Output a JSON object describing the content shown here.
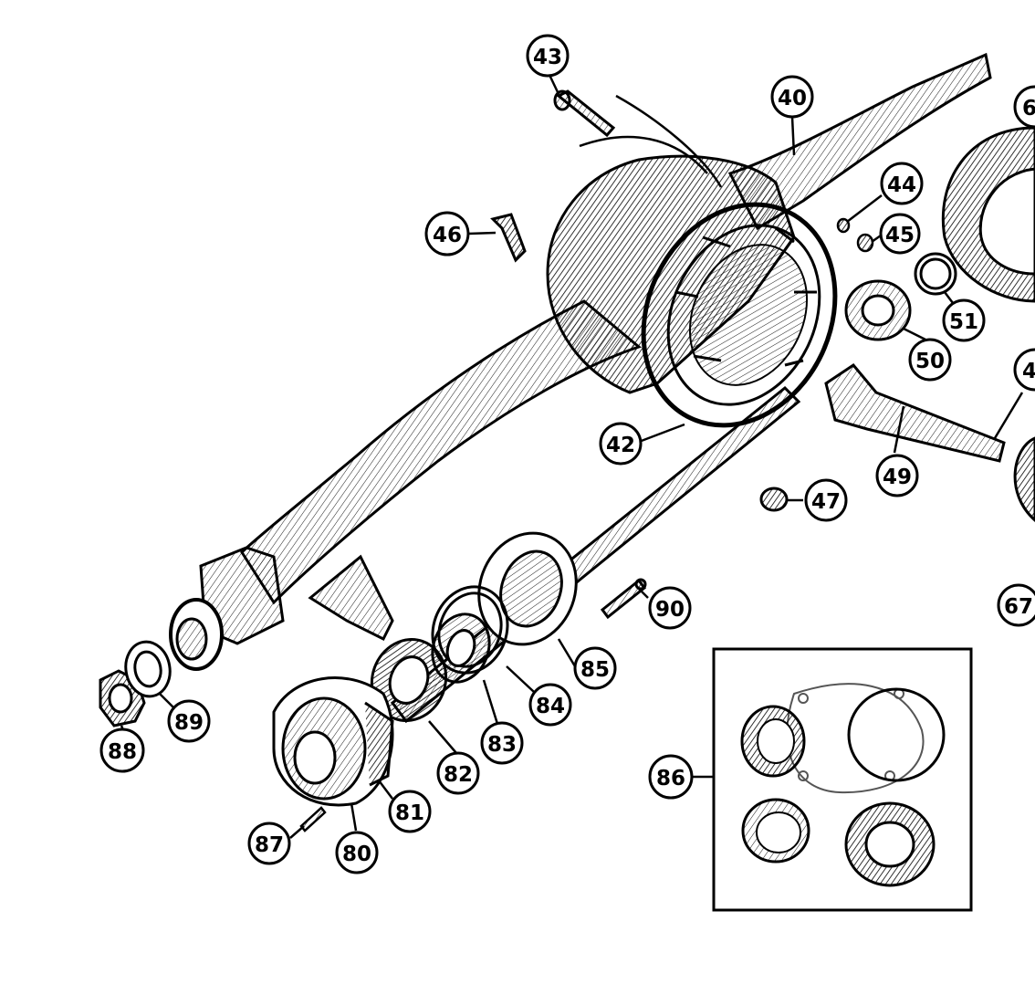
{
  "callouts": {
    "c40": "40",
    "c42": "42",
    "c43": "43",
    "c44": "44",
    "c45": "45",
    "c46": "46",
    "c47": "47",
    "c49": "49",
    "c50": "50",
    "c51": "51",
    "c67": "67",
    "c80": "80",
    "c81": "81",
    "c82": "82",
    "c83": "83",
    "c84": "84",
    "c85": "85",
    "c86": "86",
    "c87": "87",
    "c88": "88",
    "c89": "89",
    "c90": "90",
    "c6x": "6",
    "c4x": "4"
  }
}
